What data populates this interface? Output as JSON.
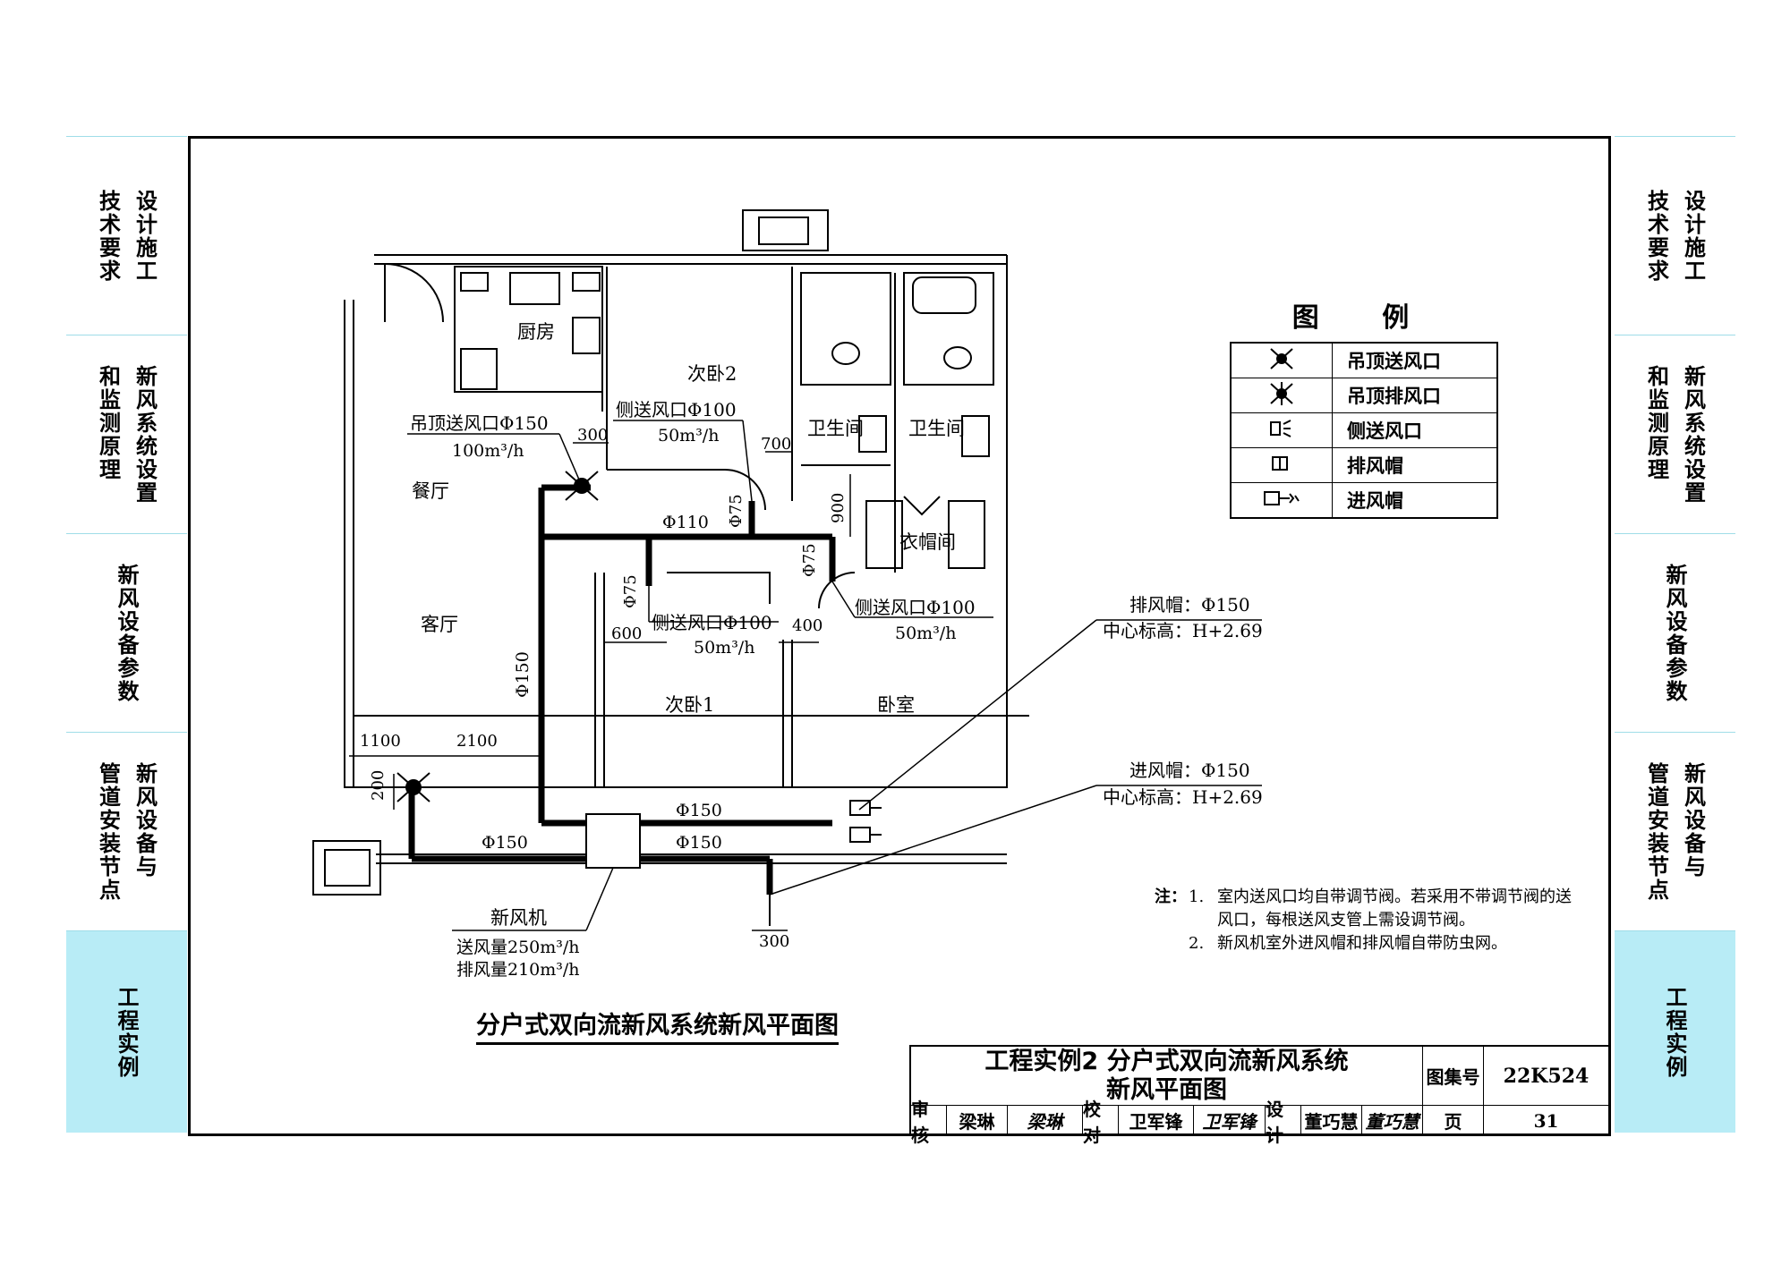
{
  "side_tabs": [
    {
      "lines": [
        "设计施工",
        "技术要求"
      ],
      "active": false
    },
    {
      "lines": [
        "新风系统设置",
        "和监测原理"
      ],
      "active": false
    },
    {
      "lines": [
        "新风设备参数"
      ],
      "active": false
    },
    {
      "lines": [
        "新风设备与",
        "管道安装节点"
      ],
      "active": false
    },
    {
      "lines": [
        "工程实例"
      ],
      "active": true
    }
  ],
  "legend": {
    "title": "图 例",
    "items": [
      {
        "icon": "ceiling-supply-icon",
        "label": "吊顶送风口"
      },
      {
        "icon": "ceiling-exhaust-icon",
        "label": "吊顶排风口"
      },
      {
        "icon": "side-supply-icon",
        "label": "侧送风口"
      },
      {
        "icon": "exhaust-hood-icon",
        "label": "排风帽"
      },
      {
        "icon": "intake-hood-icon",
        "label": "进风帽"
      }
    ]
  },
  "rooms": {
    "kitchen": "厨房",
    "bedroom2": "次卧2",
    "bathroom1": "卫生间",
    "bathroom2": "卫生间",
    "dining": "餐厅",
    "living": "客厅",
    "cloakroom": "衣帽间",
    "bedroom1": "次卧1",
    "master": "卧室"
  },
  "annotations": {
    "ceiling_supply_label": "吊顶送风口Φ150",
    "ceiling_supply_flow": "100m³/h",
    "side_supply_b2_label": "侧送风口Φ100",
    "side_supply_b2_flow": "50m³/h",
    "side_supply_b1_label": "侧送风口Φ100",
    "side_supply_b1_flow": "50m³/h",
    "side_supply_master_label": "侧送风口Φ100",
    "side_supply_master_flow": "50m³/h",
    "exhaust_hood_label": "排风帽：Φ150",
    "exhaust_hood_elev": "中心标高：H+2.69",
    "intake_hood_label": "进风帽：Φ150",
    "intake_hood_elev": "中心标高：H+2.69",
    "unit_name": "新风机",
    "unit_supply": "送风量250m³/h",
    "unit_exhaust": "排风量210m³/h"
  },
  "dimensions": {
    "d300": "300",
    "d700": "700",
    "d900": "900",
    "d600": "600",
    "d400": "400",
    "d1100": "1100",
    "d2100": "2100",
    "d200": "200",
    "d300b": "300"
  },
  "pipe_labels": {
    "p110": "Φ110",
    "p75a": "Φ75",
    "p75b": "Φ75",
    "p75c": "Φ75",
    "p150v": "Φ150",
    "p150a": "Φ150",
    "p150b": "Φ150",
    "p150c": "Φ150"
  },
  "plan_title": "分户式双向流新风系统新风平面图",
  "notes": {
    "head": "注：",
    "items": [
      {
        "num": "1.",
        "text": "室内送风口均自带调节阀。若采用不带调节阀的送风口，每根送风支管上需设调节阀。"
      },
      {
        "num": "2.",
        "text": "新风机室外进风帽和排风帽自带防虫网。"
      }
    ]
  },
  "title_block": {
    "title_line1": "工程实例2 分户式双向流新风系统",
    "title_line2": "新风平面图",
    "atlas_label": "图集号",
    "atlas_no": "22K524",
    "page_label": "页",
    "page_no": "31",
    "review_label": "审核",
    "review_name": "梁琳",
    "review_sig": "梁琳",
    "check_label": "校对",
    "check_name": "卫军锋",
    "check_sig": "卫军锋",
    "design_label": "设计",
    "design_name": "董巧慧",
    "design_sig": "董巧慧"
  }
}
